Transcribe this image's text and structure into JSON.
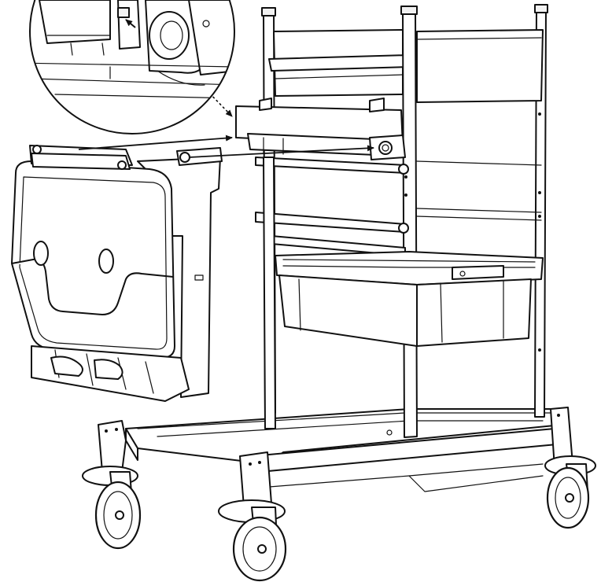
{
  "illustration": {
    "kind": "assembly-instruction",
    "parts": [
      "cleaning-trolley",
      "waste-bin-holder",
      "detail-magnifier",
      "storage-tray",
      "caster-wheels"
    ],
    "colors": {
      "line": "#111111",
      "background": "#ffffff",
      "surface": "#f2f2f2"
    }
  }
}
